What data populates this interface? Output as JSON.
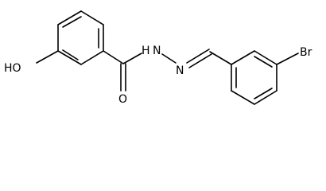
{
  "molecule": {
    "atom_labels": {
      "hydroxyl": "HO",
      "hydrazide_nh": "H",
      "hydrazone_nh": "N",
      "azomethine_n": "N",
      "carbonyl_o": "O",
      "bromine": "Br"
    }
  }
}
